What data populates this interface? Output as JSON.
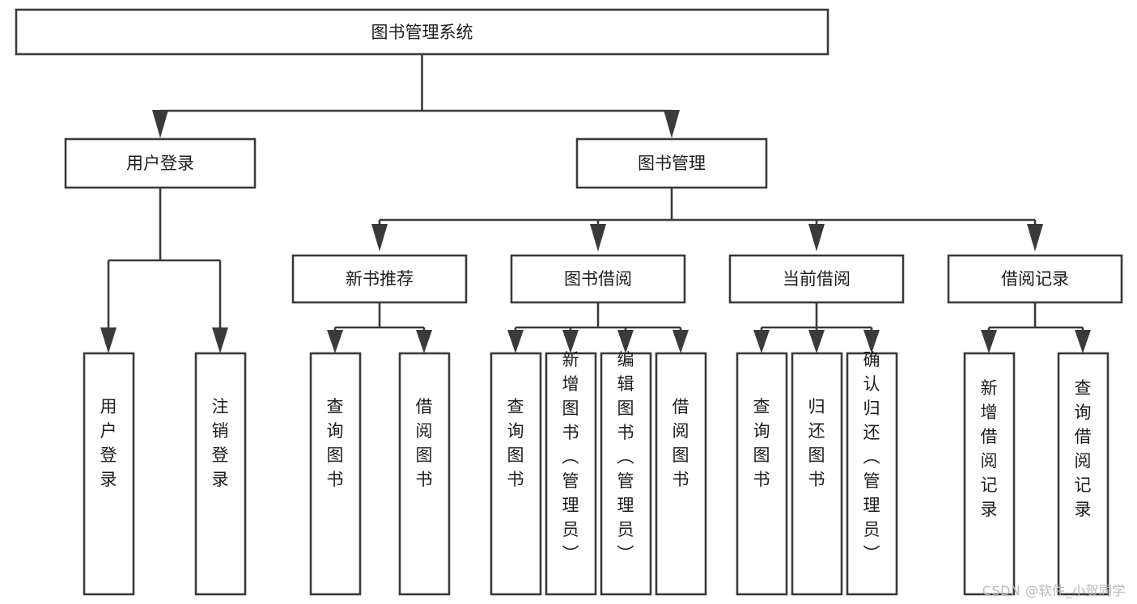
{
  "diagram": {
    "title": "图书管理系统",
    "type": "hierarchy-tree",
    "watermark": "CSDN @软件_小贺同学",
    "colors": {
      "background": "#ffffff",
      "node_fill": "#ffffff",
      "node_stroke": "#3a3a3a",
      "text": "#1c1c1c",
      "watermark": "#b9b9b9"
    },
    "levels": [
      {
        "level": 1,
        "nodes": [
          {
            "id": "root",
            "label": "图书管理系统",
            "orientation": "horizontal"
          }
        ]
      },
      {
        "level": 2,
        "nodes": [
          {
            "id": "user-login",
            "label": "用户登录",
            "orientation": "horizontal",
            "parent": "root"
          },
          {
            "id": "book-manage",
            "label": "图书管理",
            "orientation": "horizontal",
            "parent": "root"
          }
        ]
      },
      {
        "level": 3,
        "nodes": [
          {
            "id": "new-book-rec",
            "label": "新书推荐",
            "orientation": "horizontal",
            "parent": "book-manage"
          },
          {
            "id": "book-borrow",
            "label": "图书借阅",
            "orientation": "horizontal",
            "parent": "book-manage"
          },
          {
            "id": "current-borrow",
            "label": "当前借阅",
            "orientation": "horizontal",
            "parent": "book-manage"
          },
          {
            "id": "borrow-record",
            "label": "借阅记录",
            "orientation": "horizontal",
            "parent": "book-manage"
          }
        ]
      },
      {
        "level": 4,
        "nodes": [
          {
            "id": "leaf-1",
            "label": "用户登录",
            "orientation": "vertical",
            "parent": "user-login"
          },
          {
            "id": "leaf-2",
            "label": "注销登录",
            "orientation": "vertical",
            "parent": "user-login"
          },
          {
            "id": "leaf-3",
            "label": "查询图书",
            "orientation": "vertical",
            "parent": "new-book-rec"
          },
          {
            "id": "leaf-4",
            "label": "借阅图书",
            "orientation": "vertical",
            "parent": "new-book-rec"
          },
          {
            "id": "leaf-5",
            "label": "查询图书",
            "orientation": "vertical",
            "parent": "book-borrow"
          },
          {
            "id": "leaf-6",
            "label": "新增图书（管理员）",
            "orientation": "vertical",
            "parent": "book-borrow"
          },
          {
            "id": "leaf-7",
            "label": "编辑图书（管理员）",
            "orientation": "vertical",
            "parent": "book-borrow"
          },
          {
            "id": "leaf-8",
            "label": "借阅图书",
            "orientation": "vertical",
            "parent": "book-borrow"
          },
          {
            "id": "leaf-9",
            "label": "查询图书",
            "orientation": "vertical",
            "parent": "current-borrow"
          },
          {
            "id": "leaf-10",
            "label": "归还图书",
            "orientation": "vertical",
            "parent": "current-borrow"
          },
          {
            "id": "leaf-11",
            "label": "确认归还（管理员）",
            "orientation": "vertical",
            "parent": "current-borrow"
          },
          {
            "id": "leaf-12",
            "label": "新增借阅记录",
            "orientation": "vertical",
            "parent": "borrow-record"
          },
          {
            "id": "leaf-13",
            "label": "查询借阅记录",
            "orientation": "vertical",
            "parent": "borrow-record"
          }
        ]
      }
    ]
  }
}
